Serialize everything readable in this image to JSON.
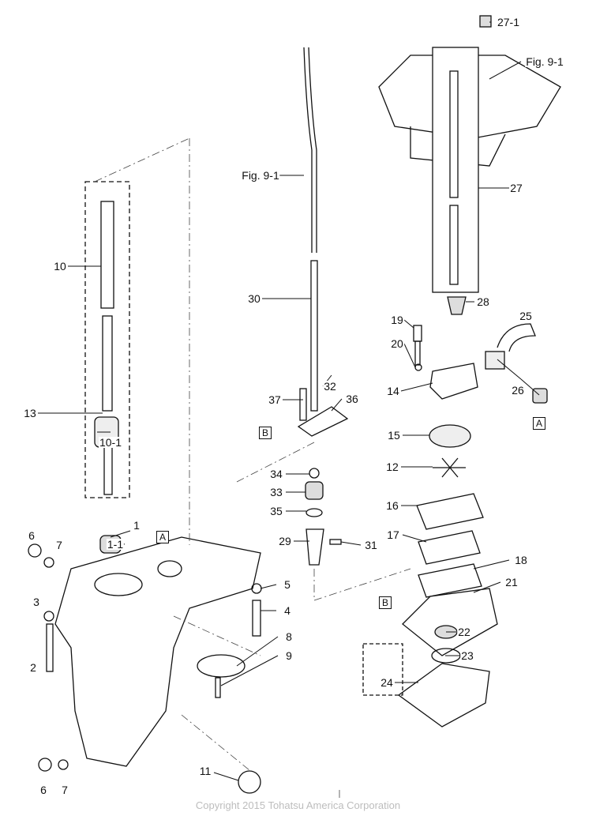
{
  "labels": [
    "27-1",
    "Fig. 9-1",
    "Fig. 9-1",
    "27",
    "10",
    "30",
    "28",
    "25",
    "19",
    "20",
    "32",
    "14",
    "26",
    "A",
    "37",
    "36",
    "B",
    "15",
    "13",
    "10-1",
    "34",
    "12",
    "33",
    "35",
    "16",
    "29",
    "31",
    "17",
    "1",
    "1-1",
    "A",
    "6",
    "7",
    "18",
    "5",
    "21",
    "B",
    "4",
    "3",
    "8",
    "22",
    "23",
    "9",
    "2",
    "24",
    "11",
    "6",
    "7"
  ],
  "copyright": "Copyright 2015 Tohatsu America Corporation"
}
